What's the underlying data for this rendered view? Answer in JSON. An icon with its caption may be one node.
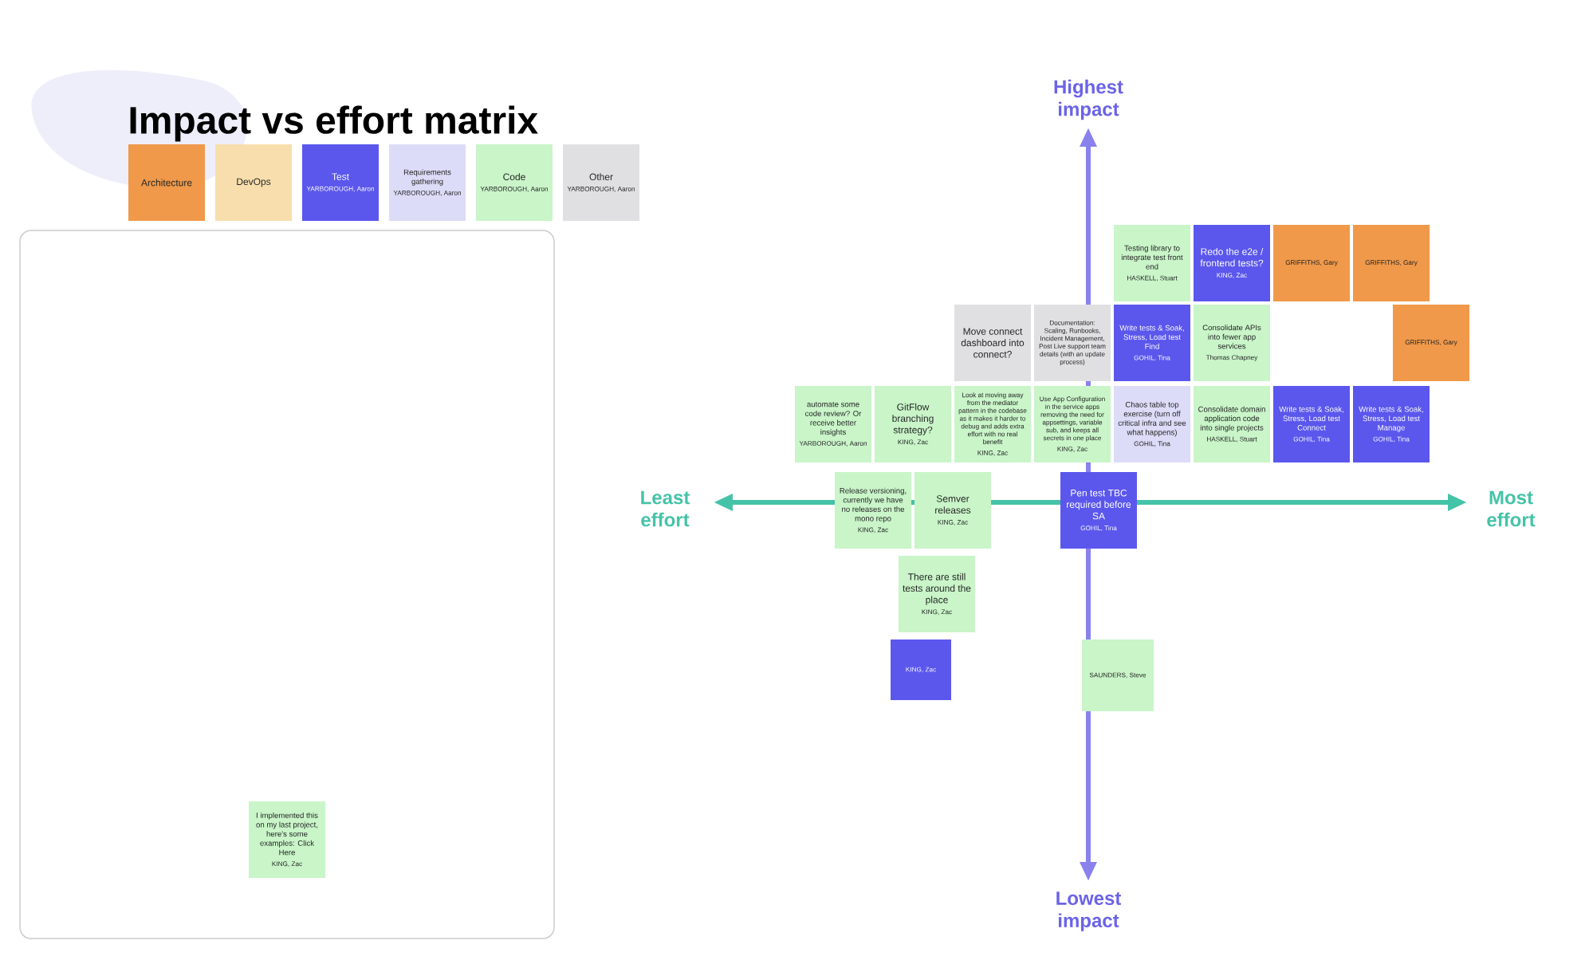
{
  "diagram": {
    "title": "Impact vs effort matrix",
    "nodes": [
      {
        "text": [
          "Architecture"
        ]
      },
      {
        "text": [
          "DevOps"
        ]
      },
      {
        "text": [
          "Test",
          "YARBOROUGH, Aaron"
        ]
      },
      {
        "text": [
          "Requirements gathering",
          "YARBOROUGH, Aaron"
        ]
      },
      {
        "text": [
          "Code",
          "YARBOROUGH, Aaron"
        ]
      },
      {
        "text": [
          "Other",
          "YARBOROUGH, Aaron"
        ]
      },
      {
        "text": [],
        "shape": "box"
      },
      {
        "text": [
          "I implemented this on my last project, here's some examples: Click Here",
          "KING, Zac"
        ],
        "in": 6
      },
      {
        "text": [
          "Redo the e2e / frontend tests?",
          "KING, Zac"
        ]
      },
      {
        "text": [
          "Testing library to integrate test front end",
          "HASKELL, Stuart"
        ]
      },
      {
        "text": [
          "GRIFFITHS, Gary"
        ]
      },
      {
        "text": [
          "GRIFFITHS, Gary"
        ]
      },
      {
        "text": [
          "GRIFFITHS, Gary"
        ]
      },
      {
        "text": [
          "Documentation: Scaling, Runbooks, Incident Management, Post Live support team details (with an update process)"
        ]
      },
      {
        "text": [
          "Move connect dashboard into connect?"
        ]
      },
      {
        "text": [
          "Write tests & Soak, Stress, Load test Find",
          "GOHIL, Tina"
        ]
      },
      {
        "text": [
          "Consolidate APIs into fewer app services",
          "Thomas Chapney"
        ]
      },
      {
        "text": [
          "automate some code review? Or receive better insights",
          "YARBOROUGH, Aaron"
        ]
      },
      {
        "text": [
          "GitFlow branching strategy?",
          "KING, Zac"
        ]
      },
      {
        "text": [
          "Use App Configuration in the service apps removing the need for appsettings, variable sub, and keeps all secrets in one place",
          "KING, Zac"
        ]
      },
      {
        "text": [
          "Chaos table top exercise (turn off critical infra and see what happens)",
          "GOHIL, Tina"
        ]
      },
      {
        "text": [
          "Consolidate domain application code into single projects",
          "HASKELL, Stuart"
        ]
      },
      {
        "text": [
          "Write tests & Soak, Stress, Load test Connect",
          "GOHIL, Tina"
        ]
      },
      {
        "text": [
          "Write tests & Soak, Stress, Load test Manage",
          "GOHIL, Tina"
        ]
      },
      {
        "text": [
          "Semver releases",
          "KING, Zac"
        ]
      },
      {
        "text": [
          "Look at moving away from the mediator pattern in the codebase as it makes it harder to debug and adds extra effort with no real benefit",
          "KING, Zac"
        ]
      },
      {
        "text": [
          "Release versioning, currently we have no releases on the mono repo",
          "KING, Zac"
        ]
      },
      {
        "text": [
          "Pen test TBC required before SA",
          "GOHIL, Tina"
        ]
      },
      {
        "text": [
          "There are still tests around the place",
          "KING, Zac"
        ]
      },
      {
        "text": [
          "KING, Zac"
        ]
      },
      {
        "text": [
          "SAUNDERS, Steve"
        ]
      }
    ],
    "labels": [
      "Highest impact",
      "Least effort",
      "Most effort",
      "Lowest impact"
    ]
  }
}
